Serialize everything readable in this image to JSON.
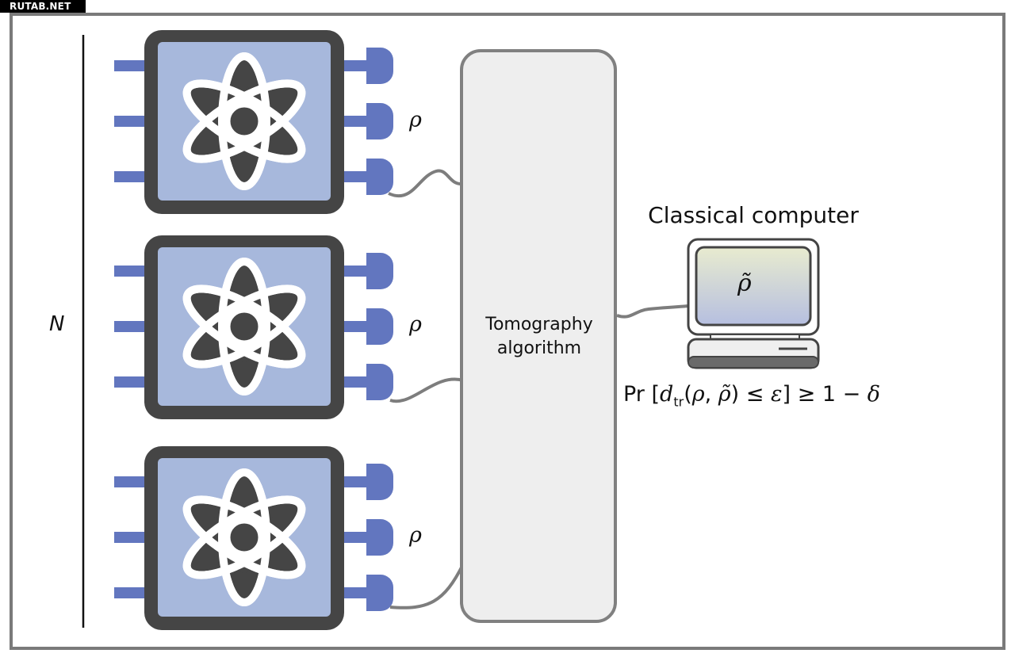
{
  "watermark": "RUTAB.NET",
  "diagram": {
    "n_label": "N",
    "quantum_devices": [
      {
        "state_label": "ρ"
      },
      {
        "state_label": "ρ"
      },
      {
        "state_label": "ρ"
      }
    ],
    "algorithm_box": {
      "line1": "Tomography",
      "line2": "algorithm"
    },
    "computer": {
      "title": "Classical computer",
      "screen_label": "ρ̃"
    },
    "formula": {
      "prefix": "Pr [",
      "d": "d",
      "sub": "tr",
      "args_open": "(",
      "rho": "ρ",
      "comma": ", ",
      "rho_tilde": "ρ̃",
      "args_close": ")",
      "le": " ≤ ",
      "eps": "ε",
      "bracket_close": "] ≥ 1 − ",
      "delta": "δ"
    },
    "colors": {
      "chip_body": "#454545",
      "chip_face": "#a7b8dc",
      "pin": "#6276bf",
      "wire": "#7d7d7d",
      "box_fill": "#eeeeee",
      "box_border": "#808080",
      "frame": "#7a7a7a"
    }
  }
}
